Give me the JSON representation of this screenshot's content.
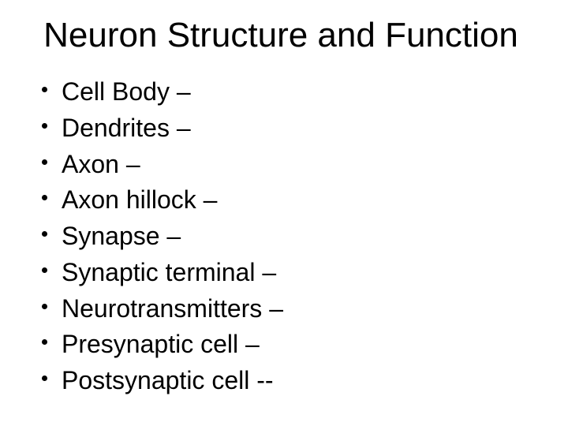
{
  "slide": {
    "title": "Neuron Structure and Function",
    "bullets": [
      "Cell Body –",
      "Dendrites –",
      "Axon –",
      "Axon hillock –",
      "Synapse –",
      "Synaptic terminal –",
      "Neurotransmitters –",
      "Presynaptic cell –",
      "Postsynaptic cell --"
    ]
  }
}
